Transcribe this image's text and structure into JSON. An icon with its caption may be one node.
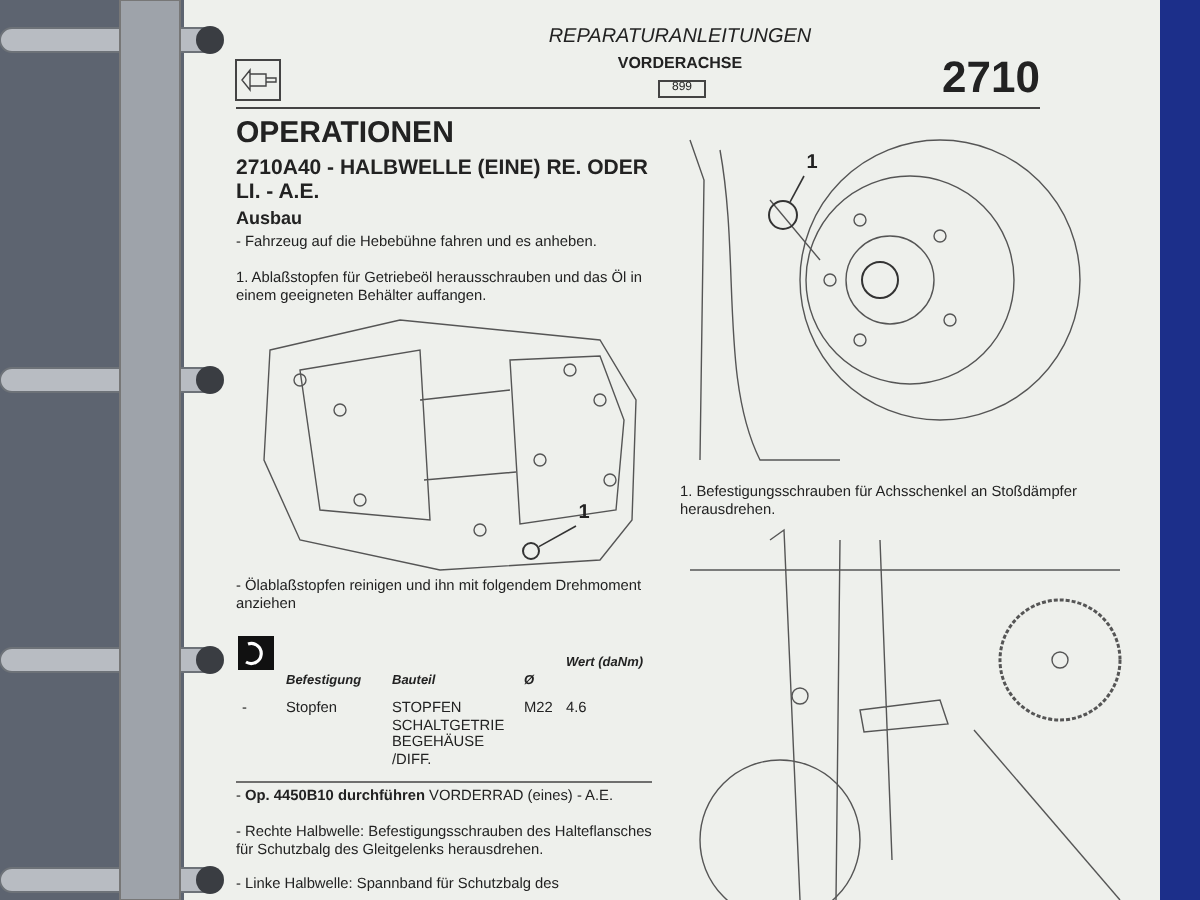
{
  "diagram": {
    "nodes": [
      {
        "text": [
          "1"
        ]
      },
      {
        "text": [],
        "shape": "circle"
      },
      {
        "text": [
          "1"
        ]
      },
      {
        "text": [],
        "shape": "circle"
      }
    ],
    "edges": [
      {
        "from": 0,
        "to": 1,
        "arrow": "none"
      },
      {
        "from": 2,
        "to": 3,
        "arrow": "none"
      }
    ],
    "labels": [
      "REPARATURANLEITUNGEN",
      "VORDERACHSE",
      "899",
      "2710",
      "OPERATIONEN",
      "2710A40 - HALBWELLE (EINE) RE. ODER LI. - A.E.",
      "Ausbau",
      "- Fahrzeug auf die Hebebühne fahren und es anheben.",
      "1. Ablaßstopfen für Getriebeöl herausschrauben und das Öl in einem geeigneten Behälter auffangen.",
      "- Ölablaßstopfen reinigen und ihn mit folgendem Drehmoment anziehen",
      "Befestigung",
      "Bauteil",
      "Ø",
      "Wert (daNm)",
      "-",
      "Stopfen",
      "STOPFEN SCHALTGETRIE BEGEHÄUSE /DIFF.",
      "M22",
      "4.6",
      "- **Op. 4450B10 durchführen** VORDERRAD (eines) - A.E.",
      "- Rechte Halbwelle: Befestigungsschrauben des Halteflansches für Schutzbalg des Gleitgelenks herausdrehen.",
      "- Linke Halbwelle: Spannband für Schutzbalg des",
      "1. Befestigungsschrauben für Achsschenkel an Stoßdämpfer herausdrehen."
    ]
  }
}
